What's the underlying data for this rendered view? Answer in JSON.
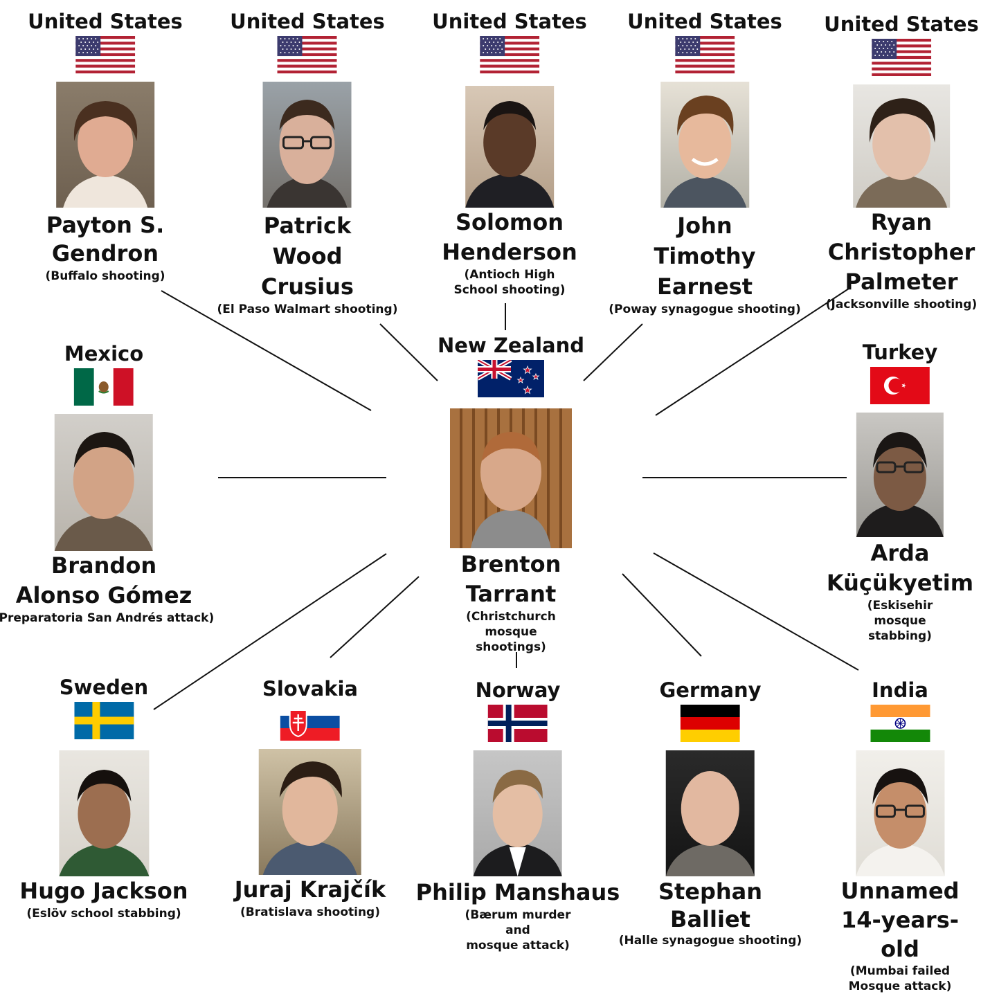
{
  "center": {
    "country": "New Zealand",
    "flag": "nz-flag",
    "name_lines": [
      "Brenton",
      "Tarrant"
    ],
    "event_lines": [
      "(Christchurch",
      "mosque",
      "shootings)"
    ]
  },
  "top_row": [
    {
      "country": "United States",
      "flag": "us-flag",
      "name_lines": [
        "Payton S.",
        "Gendron"
      ],
      "event_lines": [
        "(Buffalo shooting)"
      ]
    },
    {
      "country": "United States",
      "flag": "us-flag",
      "name_lines": [
        "Patrick",
        "Wood",
        "Crusius"
      ],
      "event_lines": [
        "(El Paso Walmart shooting)"
      ]
    },
    {
      "country": "United States",
      "flag": "us-flag",
      "name_lines": [
        "Solomon",
        "Henderson"
      ],
      "event_lines": [
        "(Antioch High",
        "School shooting)"
      ]
    },
    {
      "country": "United States",
      "flag": "us-flag",
      "name_lines": [
        "John",
        "Timothy",
        "Earnest"
      ],
      "event_lines": [
        "(Poway synagogue shooting)"
      ]
    },
    {
      "country": "United States",
      "flag": "us-flag",
      "name_lines": [
        "Ryan Christopher",
        "Palmeter"
      ],
      "event_lines": [
        "(Jacksonville shooting)"
      ]
    }
  ],
  "middle_row": [
    {
      "country": "Mexico",
      "flag": "mexico-flag",
      "name_lines": [
        "Brandon",
        "Alonso Gómez"
      ],
      "event_lines": [
        "(Preparatoria San Andrés attack)"
      ]
    },
    {
      "country": "Turkey",
      "flag": "turkey-flag",
      "name_lines": [
        "Arda",
        "Küçükyetim"
      ],
      "event_lines": [
        "(Eskisehir",
        "mosque",
        "stabbing)"
      ]
    }
  ],
  "bottom_row": [
    {
      "country": "Sweden",
      "flag": "sweden-flag",
      "name_lines": [
        "Hugo Jackson"
      ],
      "event_lines": [
        "(Eslöv school stabbing)"
      ]
    },
    {
      "country": "Slovakia",
      "flag": "slovakia-flag",
      "name_lines": [
        "Juraj Krajčík"
      ],
      "event_lines": [
        "(Bratislava shooting)"
      ]
    },
    {
      "country": "Norway",
      "flag": "norway-flag",
      "name_lines": [
        "Philip Manshaus"
      ],
      "event_lines": [
        "(Bærum murder",
        "and",
        "mosque attack)"
      ]
    },
    {
      "country": "Germany",
      "flag": "germany-flag",
      "name_lines": [
        "Stephan",
        "Balliet"
      ],
      "event_lines": [
        "(Halle synagogue shooting)"
      ]
    },
    {
      "country": "India",
      "flag": "india-flag",
      "name_lines": [
        "Unnamed",
        "14-years-old"
      ],
      "event_lines": [
        "(Mumbai failed",
        "Mosque attack)"
      ]
    }
  ],
  "colors": {
    "line": "#111111",
    "text": "#111111",
    "background": "#ffffff"
  }
}
